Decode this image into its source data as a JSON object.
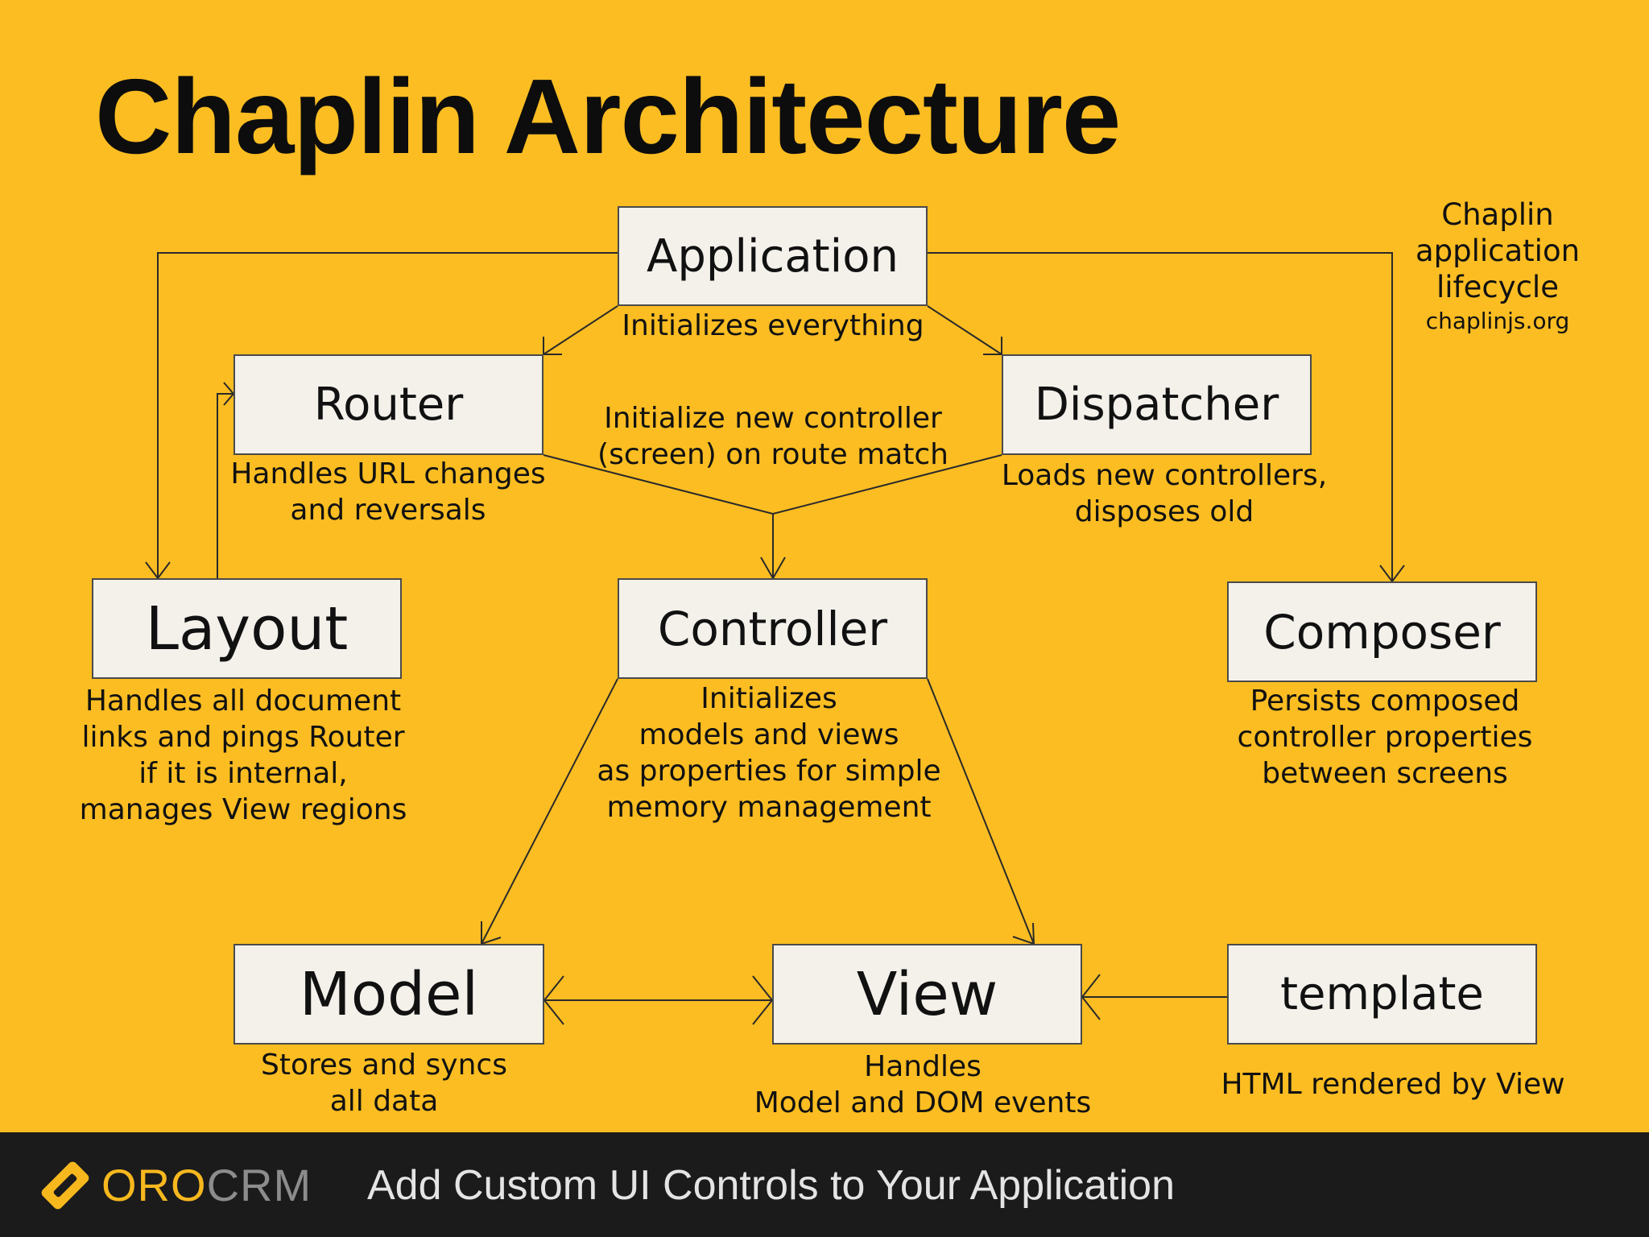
{
  "title": "Chaplin Architecture",
  "background_color": "#FBBD22",
  "note": {
    "lines": [
      "Chaplin",
      "application",
      "lifecycle"
    ],
    "url": "chaplinjs.org"
  },
  "nodes": {
    "application": {
      "label": "Application",
      "description": [
        "Initializes everything"
      ]
    },
    "router": {
      "label": "Router",
      "description": [
        "Handles URL changes",
        "and reversals"
      ]
    },
    "dispatcher": {
      "label": "Dispatcher",
      "description": [
        "Loads new controllers,",
        "disposes old"
      ]
    },
    "layout": {
      "label": "Layout",
      "description": [
        "Handles all document",
        "links and pings Router",
        "if it is internal,",
        "manages View regions"
      ]
    },
    "controller": {
      "label": "Controller",
      "description": [
        "Initializes",
        "models and views",
        "as properties for simple",
        "memory management"
      ]
    },
    "composer": {
      "label": "Composer",
      "description": [
        "Persists composed",
        "controller properties",
        "between screens"
      ]
    },
    "model": {
      "label": "Model",
      "description": [
        "Stores and syncs",
        "all data"
      ]
    },
    "view": {
      "label": "View",
      "description": [
        "Handles",
        "Model and DOM events"
      ]
    },
    "template": {
      "label": "template",
      "description": [
        "HTML rendered by View"
      ]
    }
  },
  "edge_label_route_match": [
    "Initialize new controller",
    "(screen) on route match"
  ],
  "footer": {
    "logo_oro": "ORO",
    "logo_crm": "CRM",
    "caption": "Add Custom UI Controls to Your Application"
  }
}
